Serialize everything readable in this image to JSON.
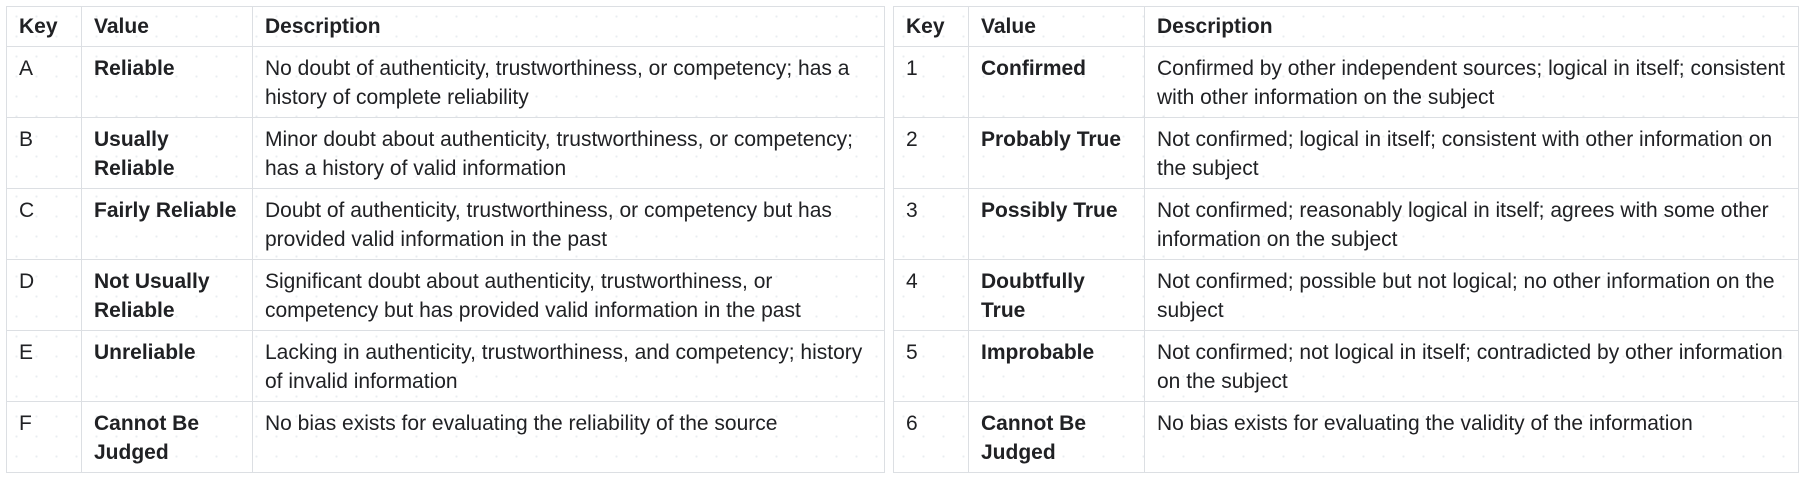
{
  "left_table": {
    "headers": [
      "Key",
      "Value",
      "Description"
    ],
    "rows": [
      {
        "key": "A",
        "value": "Reliable",
        "description": "No doubt of authenticity, trustworthiness, or competency; has a history of complete reliability"
      },
      {
        "key": "B",
        "value": "Usually Reliable",
        "description": "Minor doubt about authenticity, trustworthiness, or competency; has a history of valid information"
      },
      {
        "key": "C",
        "value": "Fairly Reliable",
        "description": "Doubt of authenticity, trustworthiness, or competency but has provided valid information in the past"
      },
      {
        "key": "D",
        "value": "Not Usually Reliable",
        "description": "Significant doubt about authenticity, trustworthiness, or competency but has provided valid information in the past"
      },
      {
        "key": "E",
        "value": "Unreliable",
        "description": "Lacking in authenticity, trustworthiness, and competency; history of invalid information"
      },
      {
        "key": "F",
        "value": "Cannot Be Judged",
        "description": "No bias exists for evaluating the reliability of the source"
      }
    ]
  },
  "right_table": {
    "headers": [
      "Key",
      "Value",
      "Description"
    ],
    "rows": [
      {
        "key": "1",
        "value": "Confirmed",
        "description": "Confirmed by other independent sources; logical in itself; consistent with other information on the subject"
      },
      {
        "key": "2",
        "value": "Probably True",
        "description": "Not confirmed; logical in itself; consistent with other information on the subject"
      },
      {
        "key": "3",
        "value": "Possibly True",
        "description": "Not confirmed; reasonably logical in itself; agrees with some other information on the subject"
      },
      {
        "key": "4",
        "value": "Doubtfully True",
        "description": "Not confirmed; possible but not logical; no other information on the subject"
      },
      {
        "key": "5",
        "value": "Improbable",
        "description": "Not confirmed; not logical in itself; contradicted by other information on the subject"
      },
      {
        "key": "6",
        "value": "Cannot Be Judged",
        "description": "No bias exists for evaluating the validity of the information"
      }
    ]
  }
}
